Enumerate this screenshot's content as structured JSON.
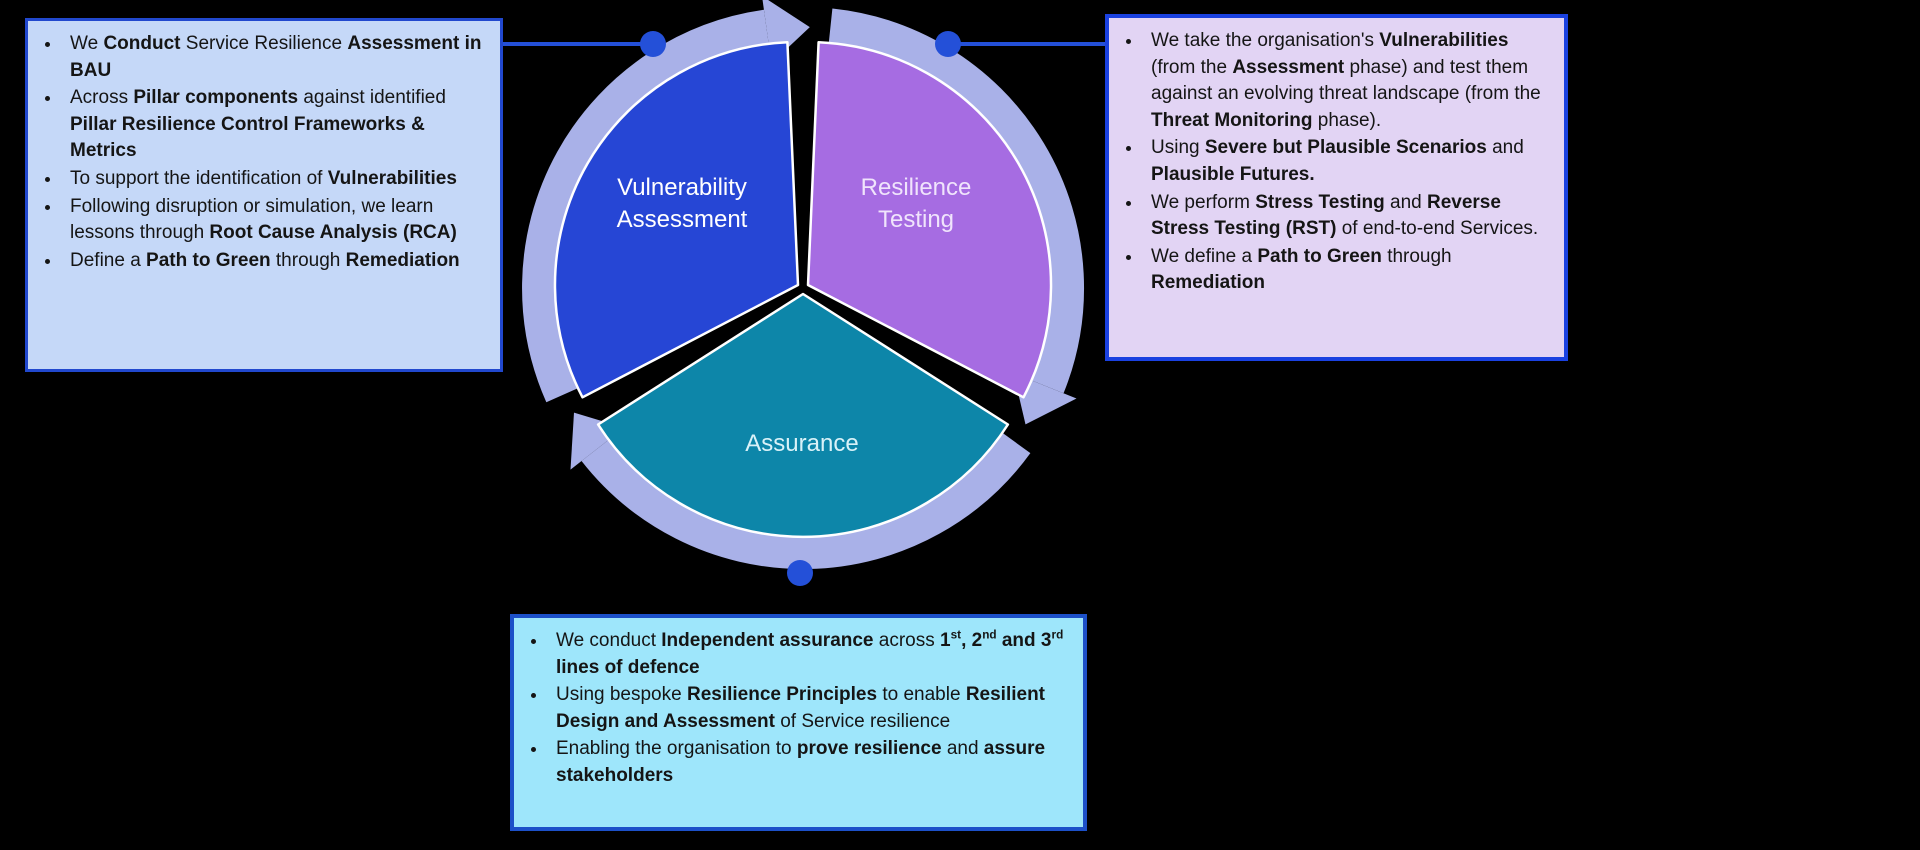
{
  "diagram": {
    "background": "#000000",
    "ring_color": "#a9b1e8",
    "connector_color": "#2450d8",
    "segments": [
      {
        "id": "vulnerability-assessment",
        "label": "Vulnerability\nAssessment",
        "color": "#2646d5",
        "label_color": "#ffffff"
      },
      {
        "id": "resilience-testing",
        "label": "Resilience\nTesting",
        "color": "#a66ce2",
        "label_color": "#f0e4fc"
      },
      {
        "id": "assurance",
        "label": "Assurance",
        "color": "#0d86a9",
        "label_color": "#d9f2f8"
      }
    ]
  },
  "boxes": {
    "vulnerability_assessment": {
      "bg": "#c5d8f8",
      "border": "#2148ce",
      "bullets": [
        [
          {
            "t": "We "
          },
          {
            "t": "Conduct ",
            "b": 1
          },
          {
            "t": "Service Resilience "
          },
          {
            "t": "Assessment in BAU",
            "b": 1
          }
        ],
        [
          {
            "t": "Across "
          },
          {
            "t": "Pillar components ",
            "b": 1
          },
          {
            "t": "against identified "
          },
          {
            "t": "Pillar Resilience Control Frameworks & Metrics",
            "b": 1
          }
        ],
        [
          {
            "t": "To support the identification of "
          },
          {
            "t": "Vulnerabilities",
            "b": 1
          }
        ],
        [
          {
            "t": "Following  disruption or simulation, we learn lessons through "
          },
          {
            "t": "Root Cause Analysis (RCA)",
            "b": 1
          }
        ],
        [
          {
            "t": "Define a "
          },
          {
            "t": "Path to Green ",
            "b": 1
          },
          {
            "t": "through "
          },
          {
            "t": "Remediation",
            "b": 1
          }
        ]
      ]
    },
    "resilience_testing": {
      "bg": "#e2d4f4",
      "border": "#1a41e0",
      "bullets": [
        [
          {
            "t": "We take the organisation's "
          },
          {
            "t": "Vulnerabilities ",
            "b": 1
          },
          {
            "t": "(from the "
          },
          {
            "t": "Assessment ",
            "b": 1
          },
          {
            "t": "phase) and test them against an evolving threat landscape (from the "
          },
          {
            "t": "Threat Monitoring ",
            "b": 1
          },
          {
            "t": "phase)."
          }
        ],
        [
          {
            "t": "Using "
          },
          {
            "t": "Severe but Plausible Scenarios ",
            "b": 1
          },
          {
            "t": "and "
          },
          {
            "t": "Plausible Futures.",
            "b": 1
          }
        ],
        [
          {
            "t": "We perform "
          },
          {
            "t": "Stress Testing ",
            "b": 1
          },
          {
            "t": "and "
          },
          {
            "t": "Reverse Stress Testing (RST) ",
            "b": 1
          },
          {
            "t": "of end-to-end Services."
          }
        ],
        [
          {
            "t": "We define a "
          },
          {
            "t": "Path to Green ",
            "b": 1
          },
          {
            "t": "through "
          },
          {
            "t": "Remediation",
            "b": 1
          }
        ]
      ]
    },
    "assurance": {
      "bg": "#9ee6fb",
      "border": "#1c50c8",
      "bullets": [
        [
          {
            "t": "We conduct "
          },
          {
            "t": "Independent assurance ",
            "b": 1
          },
          {
            "t": "across "
          },
          {
            "t": "1",
            "b": 1
          },
          {
            "t": "st",
            "b": 1,
            "sup": 1
          },
          {
            "t": ", 2",
            "b": 1
          },
          {
            "t": "nd",
            "b": 1,
            "sup": 1
          },
          {
            "t": " and 3",
            "b": 1
          },
          {
            "t": "rd",
            "b": 1,
            "sup": 1
          },
          {
            "t": " lines of defence",
            "b": 1
          }
        ],
        [
          {
            "t": "Using bespoke "
          },
          {
            "t": "Resilience Principles ",
            "b": 1
          },
          {
            "t": "to enable "
          },
          {
            "t": "Resilient Design and Assessment ",
            "b": 1
          },
          {
            "t": "of Service resilience"
          }
        ],
        [
          {
            "t": "Enabling  the organisation to "
          },
          {
            "t": "prove resilience ",
            "b": 1
          },
          {
            "t": "and "
          },
          {
            "t": "assure stakeholders",
            "b": 1
          }
        ]
      ]
    }
  }
}
